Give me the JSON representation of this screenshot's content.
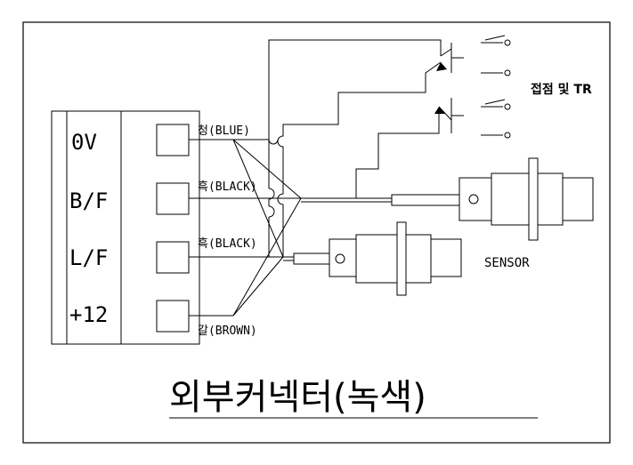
{
  "terminal_block": {
    "labels": [
      "0V",
      "B/F",
      "L/F",
      "+12"
    ]
  },
  "wires": {
    "blue": "청(BLUE)",
    "black1": "흑(BLACK)",
    "black2": "흑(BLACK)",
    "brown": "갈(BROWN)"
  },
  "contacts_label": "접점 및 TR",
  "sensor_label": "SENSOR",
  "title": "외부커넥터(녹색)"
}
